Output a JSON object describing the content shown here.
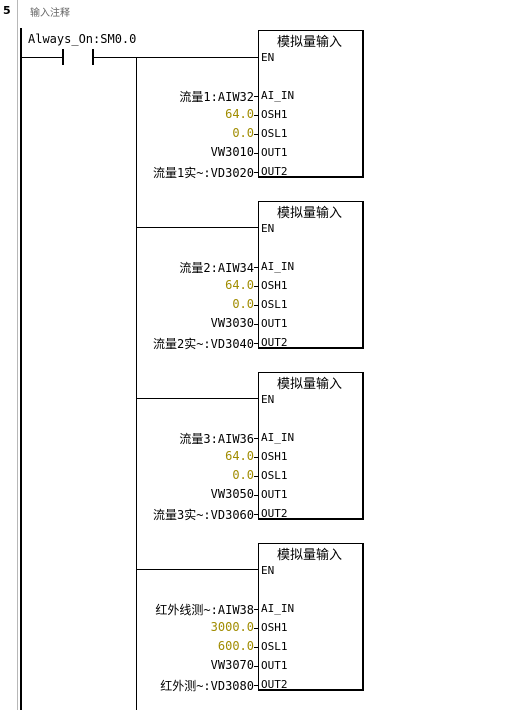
{
  "network": {
    "number": "5",
    "comment": "输入注释"
  },
  "contact": {
    "label": "Always_On:SM0.0"
  },
  "blocks": [
    {
      "title": "模拟量输入",
      "pins": [
        "EN",
        "AI_IN",
        "OSH1",
        "OSL1",
        "OUT1",
        "OUT2"
      ],
      "operands": {
        "ai_in": "流量1:AIW32",
        "osh1": "64.0",
        "osl1": "0.0",
        "out1": "VW3010",
        "out2": "流量1实~:VD3020"
      }
    },
    {
      "title": "模拟量输入",
      "pins": [
        "EN",
        "AI_IN",
        "OSH1",
        "OSL1",
        "OUT1",
        "OUT2"
      ],
      "operands": {
        "ai_in": "流量2:AIW34",
        "osh1": "64.0",
        "osl1": "0.0",
        "out1": "VW3030",
        "out2": "流量2实~:VD3040"
      }
    },
    {
      "title": "模拟量输入",
      "pins": [
        "EN",
        "AI_IN",
        "OSH1",
        "OSL1",
        "OUT1",
        "OUT2"
      ],
      "operands": {
        "ai_in": "流量3:AIW36",
        "osh1": "64.0",
        "osl1": "0.0",
        "out1": "VW3050",
        "out2": "流量3实~:VD3060"
      }
    },
    {
      "title": "模拟量输入",
      "pins": [
        "EN",
        "AI_IN",
        "OSH1",
        "OSL1",
        "OUT1",
        "OUT2"
      ],
      "operands": {
        "ai_in": "红外线测~:AIW38",
        "osh1": "3000.0",
        "osl1": "600.0",
        "out1": "VW3070",
        "out2": "红外测~:VD3080"
      }
    }
  ],
  "colors": {
    "constant": "#a08c00",
    "wire": "#000000"
  }
}
